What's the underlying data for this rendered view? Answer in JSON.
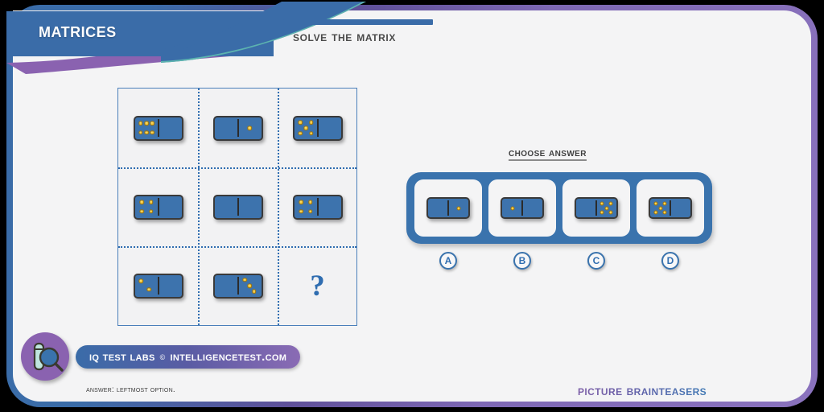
{
  "header": {
    "title": "Matrices",
    "subtitle": "Solve the matrix"
  },
  "matrix": {
    "question_mark": "?",
    "cells": [
      {
        "row": 1,
        "col": 1,
        "left_pips": 6,
        "right_pips": 0,
        "label": "6-0"
      },
      {
        "row": 1,
        "col": 2,
        "left_pips": 0,
        "right_pips": 1,
        "label": "0-1"
      },
      {
        "row": 1,
        "col": 3,
        "left_pips": 5,
        "right_pips": 0,
        "label": "5-0"
      },
      {
        "row": 2,
        "col": 1,
        "left_pips": 4,
        "right_pips": 0,
        "label": "4-0"
      },
      {
        "row": 2,
        "col": 2,
        "left_pips": 0,
        "right_pips": 0,
        "label": "0-0"
      },
      {
        "row": 2,
        "col": 3,
        "left_pips": 4,
        "right_pips": 0,
        "label": "4-0"
      },
      {
        "row": 3,
        "col": 1,
        "left_pips": 2,
        "right_pips": 0,
        "label": "2-0"
      },
      {
        "row": 3,
        "col": 2,
        "left_pips": 0,
        "right_pips": 3,
        "label": "0-3"
      },
      {
        "row": 3,
        "col": 3,
        "left_pips": null,
        "right_pips": null,
        "label": "?"
      }
    ]
  },
  "answers": {
    "heading": "Choose answer",
    "options": [
      {
        "letter": "A",
        "left_pips": 0,
        "right_pips": 1
      },
      {
        "letter": "B",
        "left_pips": 1,
        "right_pips": 0
      },
      {
        "letter": "C",
        "left_pips": 0,
        "right_pips": 5
      },
      {
        "letter": "D",
        "left_pips": 5,
        "right_pips": 0
      }
    ]
  },
  "footer": {
    "brand_left": "IQ Test Labs",
    "brand_copy": "©",
    "brand_right": "IntelligenceTest.com",
    "answer_note": "Answer: Leftmost option.",
    "category": "Picture brainteasers"
  },
  "colors": {
    "header_blue": "#3a6ca8",
    "accent_purple": "#8a72bd",
    "domino_face": "#3d73ad",
    "pip_yellow": "#f2c230",
    "page_bg": "#f4f4f5"
  }
}
